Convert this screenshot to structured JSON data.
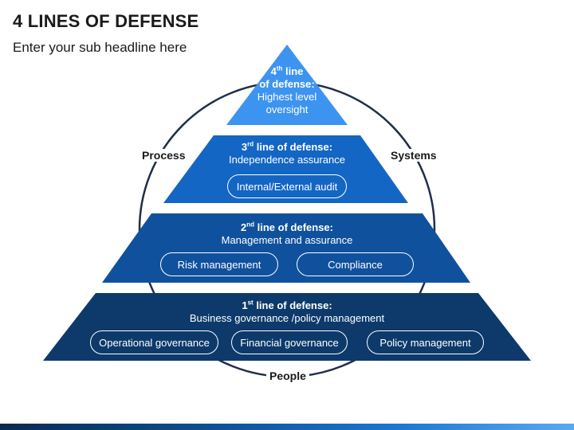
{
  "header": {
    "title": "4 LINES OF DEFENSE",
    "subtitle": "Enter your sub headline here"
  },
  "cycle_labels": {
    "left": "Process",
    "right": "Systems",
    "bottom": "People"
  },
  "tiers": [
    {
      "level": 4,
      "num": "4",
      "suffix": "th",
      "heading_line1": "line",
      "heading_line2": "of defense:",
      "desc_line1": "Highest level",
      "desc_line2": "oversight",
      "color": "#3d94f0"
    },
    {
      "level": 3,
      "num": "3",
      "suffix": "rd",
      "heading_rest": "line of defense:",
      "desc": "Independence assurance",
      "pills": [
        "Internal/External audit"
      ],
      "color": "#1466c4"
    },
    {
      "level": 2,
      "num": "2",
      "suffix": "nd",
      "heading_rest": "line of defense:",
      "desc": "Management and assurance",
      "pills": [
        "Risk management",
        "Compliance"
      ],
      "color": "#10519e"
    },
    {
      "level": 1,
      "num": "1",
      "suffix": "st",
      "heading_rest": "line of defense:",
      "desc": "Business governance /policy management",
      "pills": [
        "Operational governance",
        "Financial governance",
        "Policy management"
      ],
      "color": "#0d3a6b"
    }
  ],
  "colors": {
    "circle": "#1f2e4a",
    "text_dark": "#1a1a1a"
  }
}
